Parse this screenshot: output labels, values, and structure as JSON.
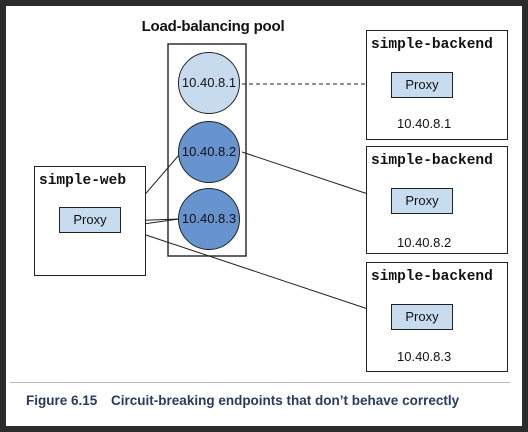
{
  "pool": {
    "title": "Load-balancing pool",
    "nodes": [
      {
        "ip": "10.40.8.1",
        "color": "#c8dbee"
      },
      {
        "ip": "10.40.8.2",
        "color": "#6793cf"
      },
      {
        "ip": "10.40.8.3",
        "color": "#6793cf"
      }
    ]
  },
  "web": {
    "title": "simple-web",
    "proxy_label": "Proxy"
  },
  "backends": [
    {
      "title": "simple-backend",
      "proxy_label": "Proxy",
      "ip": "10.40.8.1"
    },
    {
      "title": "simple-backend",
      "proxy_label": "Proxy",
      "ip": "10.40.8.2"
    },
    {
      "title": "simple-backend",
      "proxy_label": "Proxy",
      "ip": "10.40.8.3"
    }
  ],
  "caption": {
    "figure": "Figure 6.15",
    "text": "Circuit-breaking endpoints that don’t behave correctly"
  },
  "colors": {
    "proxy_fill": "#c7dcee",
    "healthy_node": "#c8dbee",
    "failing_node": "#6793cf",
    "caption_text": "#2a3a5c"
  }
}
